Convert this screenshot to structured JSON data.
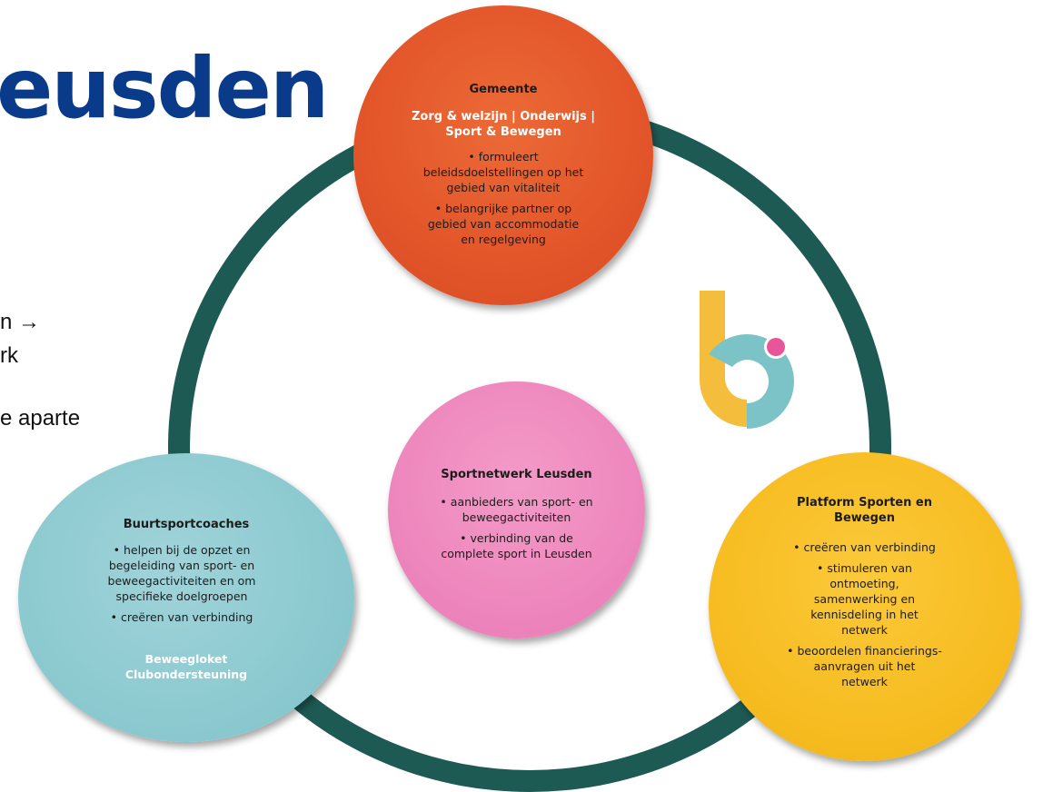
{
  "heading": "eusden",
  "side_text": {
    "line1": "n →",
    "line2": "rk",
    "line3": "e aparte"
  },
  "colors": {
    "ring": "#1e5a54",
    "gemeente": "#e2552a",
    "sportnetwerk": "#ee87bd",
    "buurtsportcoaches": "#8ccad0",
    "platform": "#f7bd22",
    "heading": "#0a3a8a",
    "logo_yellow": "#f4bd3c",
    "logo_teal": "#7cc3c8",
    "logo_pink": "#e8559b"
  },
  "gemeente": {
    "title": "Gemeente",
    "subtitle_1": "Zorg & welzijn | Onderwijs |",
    "subtitle_2": "Sport & Bewegen",
    "bullets": [
      "formuleert\nbeleidsdoelstellingen op het\ngebied van vitaliteit",
      "belangrijke partner op\ngebied van accommodatie\nen regelgeving"
    ]
  },
  "sportnetwerk": {
    "title": "Sportnetwerk Leusden",
    "bullets": [
      "aanbieders van sport- en\nbeweegactiviteiten",
      "verbinding van de\ncomplete sport in Leusden"
    ]
  },
  "buurtsportcoaches": {
    "title": "Buurtsportcoaches",
    "bullets": [
      "helpen bij de opzet en\nbegeleiding van sport- en\nbeweegactiviteiten en om\nspecifieke doelgroepen",
      "creëren van verbinding"
    ],
    "extra_1": "Beweegloket",
    "extra_2": "Clubondersteuning"
  },
  "platform": {
    "title_1": "Platform Sporten en",
    "title_2": "Bewegen",
    "bullets": [
      "creëren van verbinding",
      "stimuleren van\nontmoeting,\nsamenwerking en\nkennisdeling in het\nnetwerk",
      "beoordelen financierings-\naanvragen uit het\nnetwerk"
    ]
  },
  "logo": {
    "icon": "b-logo-icon"
  }
}
